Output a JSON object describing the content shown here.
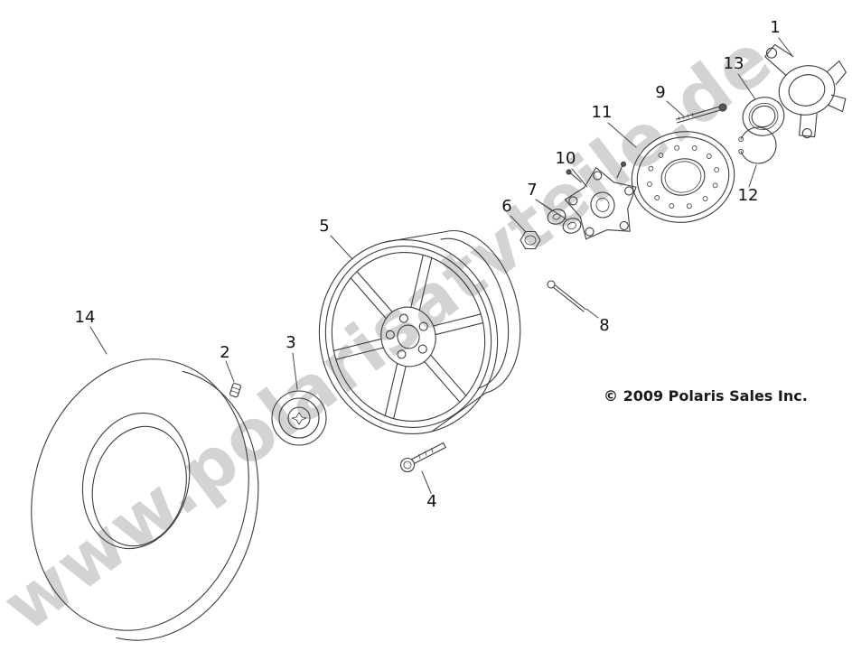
{
  "diagram": {
    "watermark": "www.polarisatvteile.de",
    "copyright": "© 2009 Polaris Sales Inc.",
    "part_labels": [
      "1",
      "2",
      "3",
      "4",
      "5",
      "6",
      "7",
      "8",
      "9",
      "10",
      "11",
      "12",
      "13",
      "14"
    ]
  }
}
